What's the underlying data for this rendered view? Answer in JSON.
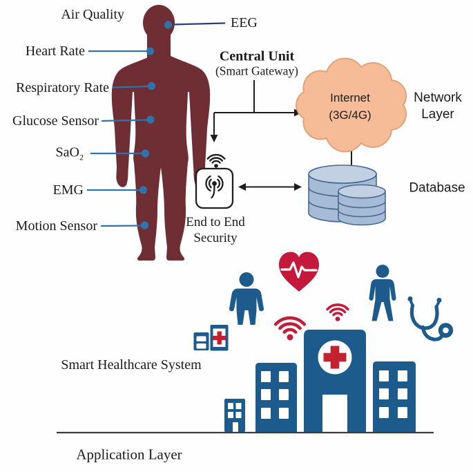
{
  "colors": {
    "background": "#fefefe",
    "body_silhouette": "#6e2e33",
    "connector_blue": "#2d73ac",
    "eeg_line_navy": "#2b3f72",
    "arrow_black": "#1c1c1c",
    "cloud_fill": "#f6bc98",
    "cloud_stroke": "#e0a379",
    "database_fill": "#a6bbd6",
    "database_top_fill": "#c2d0e4",
    "database_stroke": "#48698f",
    "icon_blue": "#1e5b8d",
    "icon_red": "#c01e3a",
    "cross_red": "#c42130",
    "text": "#1b1b1b"
  },
  "sensors": {
    "air_quality": "Air Quality",
    "heart_rate": "Heart Rate",
    "respiratory_rate": "Respiratory Rate",
    "glucose_sensor": "Glucose Sensor",
    "sao2_base": "SaO",
    "sao2_subscript": "2",
    "emg": "EMG",
    "motion_sensor": "Motion Sensor",
    "eeg": "EEG"
  },
  "gateway": {
    "title": "Central Unit",
    "subtitle": "(Smart Gateway)"
  },
  "network": {
    "cloud_line1": "Internet",
    "cloud_line2": "(3G/4G)",
    "layer_label_line1": "Network",
    "layer_label_line2": "Layer"
  },
  "database": {
    "label": "Database"
  },
  "security": {
    "label_line1": "End to End",
    "label_line2": "Security"
  },
  "application": {
    "system_label": "Smart Healthcare System",
    "layer_label": "Application Layer"
  },
  "icons": {
    "body": "human-body-silhouette",
    "gateway_wifi": "wifi-icon",
    "security_box": "broadcast-shield-box-icon",
    "cloud": "internet-cloud-icon",
    "database": "database-cylinders-icon",
    "person_left": "person-icon",
    "person_right": "person-icon",
    "heart": "heart-pulse-icon",
    "wifi_red_large": "wifi-icon",
    "wifi_red_small": "wifi-icon",
    "stethoscope": "stethoscope-icon",
    "first_aid": "first-aid-kit-icon",
    "hospital": "hospital-building-icon",
    "buildings": "city-building-icons"
  }
}
